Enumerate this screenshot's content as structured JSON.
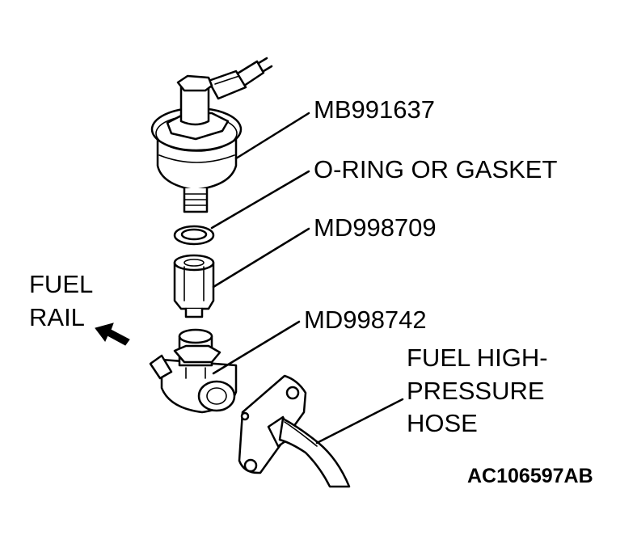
{
  "labels": {
    "mb991637": "MB991637",
    "o_ring": "O-RING OR GASKET",
    "md998709": "MD998709",
    "md998742": "MD998742",
    "fuel_rail_1": "FUEL",
    "fuel_rail_2": "RAIL",
    "hose_1": "FUEL HIGH-",
    "hose_2": "PRESSURE",
    "hose_3": "HOSE"
  },
  "figure_code": "AC106597AB",
  "colors": {
    "line": "#000000",
    "background": "#ffffff"
  }
}
